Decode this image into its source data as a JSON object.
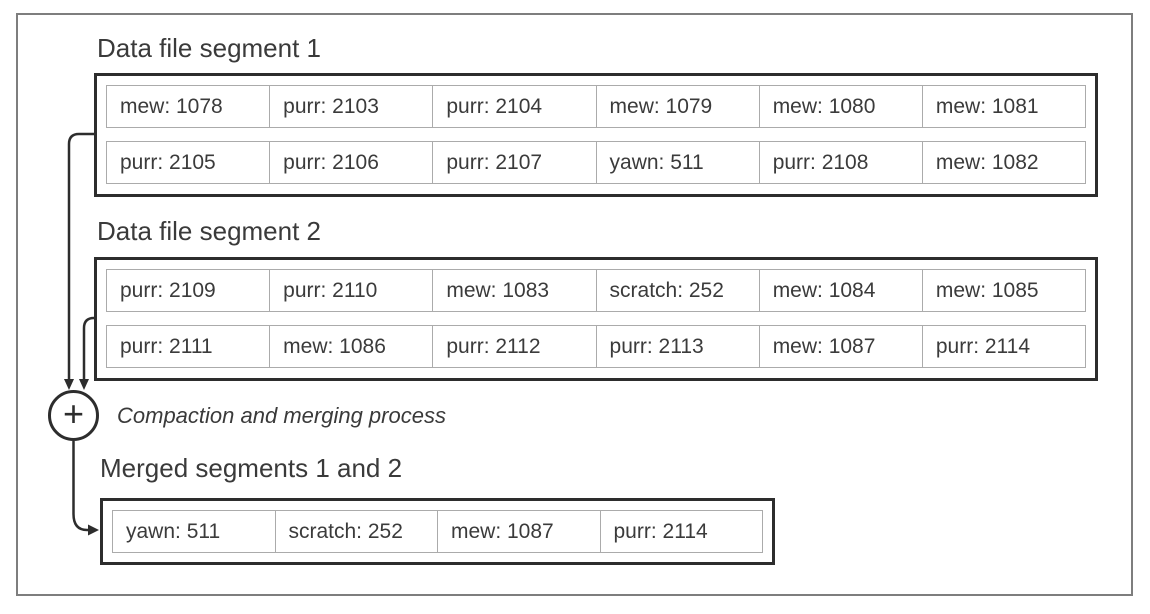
{
  "diagram": {
    "colors": {
      "ink": "#2d2d2d",
      "text": "#3b3b3b",
      "cell_border": "#ababab",
      "frame_border": "#7e7e7e"
    },
    "segment1": {
      "title": "Data file segment 1",
      "rows": [
        [
          "mew: 1078",
          "purr: 2103",
          "purr: 2104",
          "mew: 1079",
          "mew: 1080",
          "mew: 1081"
        ],
        [
          "purr: 2105",
          "purr: 2106",
          "purr: 2107",
          "yawn: 511",
          "purr: 2108",
          "mew: 1082"
        ]
      ]
    },
    "segment2": {
      "title": "Data file segment 2",
      "rows": [
        [
          "purr: 2109",
          "purr: 2110",
          "mew: 1083",
          "scratch: 252",
          "mew: 1084",
          "mew: 1085"
        ],
        [
          "purr: 2111",
          "mew: 1086",
          "purr: 2112",
          "purr: 2113",
          "mew: 1087",
          "purr: 2114"
        ]
      ]
    },
    "merge": {
      "operator": "+",
      "label": "Compaction and merging process"
    },
    "merged": {
      "title": "Merged segments 1 and 2",
      "rows": [
        [
          "yawn: 511",
          "scratch: 252",
          "mew: 1087",
          "purr: 2114"
        ]
      ]
    }
  }
}
